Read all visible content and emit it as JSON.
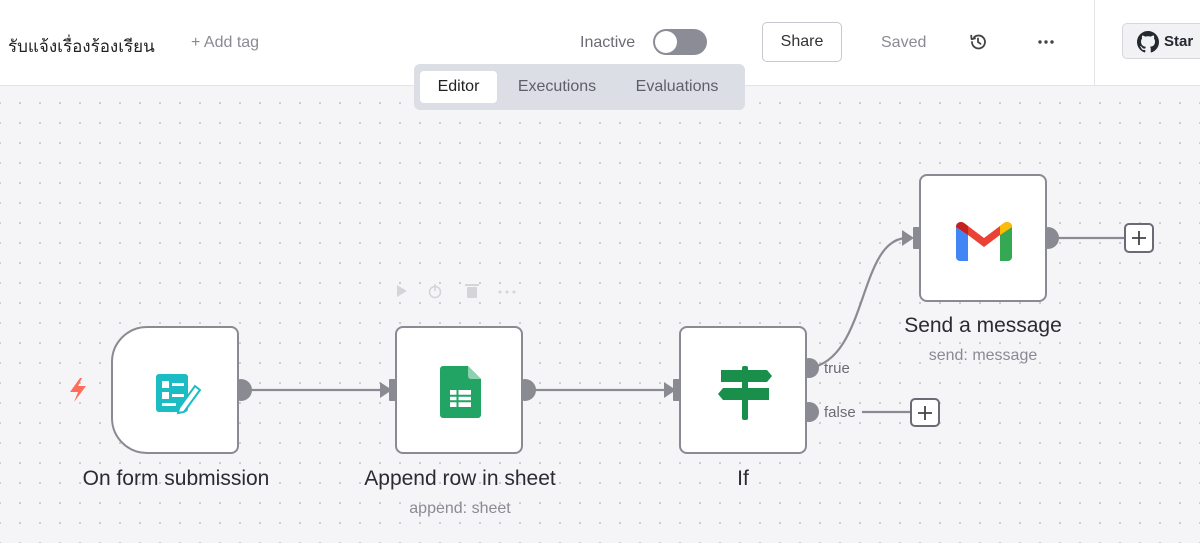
{
  "header": {
    "workflow_name": "รับแจ้งเรื่องร้องเรียน",
    "add_tag": "+ Add tag",
    "status_label": "Inactive",
    "share": "Share",
    "saved": "Saved",
    "github_star": "Star"
  },
  "tabs": [
    {
      "label": "Editor",
      "active": true
    },
    {
      "label": "Executions",
      "active": false
    },
    {
      "label": "Evaluations",
      "active": false
    }
  ],
  "nodes": [
    {
      "title": "On form submission",
      "subtitle": "",
      "icon": "form-icon"
    },
    {
      "title": "Append row in sheet",
      "subtitle": "append: sheet",
      "icon": "google-sheets-icon"
    },
    {
      "title": "If",
      "subtitle": "",
      "icon": "signpost-icon"
    },
    {
      "title": "Send a message",
      "subtitle": "send: message",
      "icon": "gmail-icon"
    }
  ],
  "branches": {
    "true": "true",
    "false": "false"
  },
  "colors": {
    "accent": "#ff6d5a",
    "edge": "#8a8a92",
    "sheets_green": "#21a464",
    "form_teal": "#1bbcc4",
    "if_green": "#1a8f4c"
  }
}
